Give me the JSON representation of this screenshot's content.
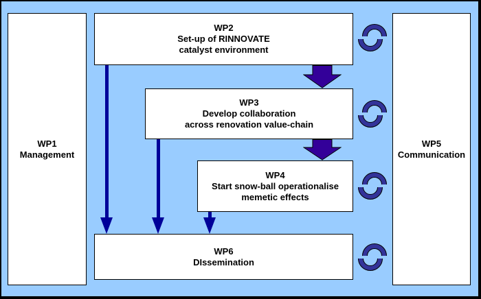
{
  "colors": {
    "background": "#99CCFF",
    "box_fill": "#FFFFFF",
    "box_border": "#000000",
    "thin_arrow": "#000099",
    "block_arrow": "#330099",
    "cycle_icon": "#333399"
  },
  "boxes": {
    "wp1": {
      "lines": [
        "WP1",
        "Management"
      ]
    },
    "wp2": {
      "lines": [
        "WP2",
        "Set-up of RINNOVATE",
        "catalyst environment"
      ]
    },
    "wp3": {
      "lines": [
        "WP3",
        "Develop collaboration",
        "across renovation value-chain"
      ]
    },
    "wp4": {
      "lines": [
        "WP4",
        "Start snow-ball operationalise",
        "memetic effects"
      ]
    },
    "wp5": {
      "lines": [
        "WP5",
        "Communication"
      ]
    },
    "wp6": {
      "lines": [
        "WP6",
        "DIssemination"
      ]
    }
  },
  "icons": {
    "cycle": "circular-cycle-arrows",
    "block_arrow": "down-block-arrow",
    "thin_arrow": "down-thin-arrow"
  }
}
